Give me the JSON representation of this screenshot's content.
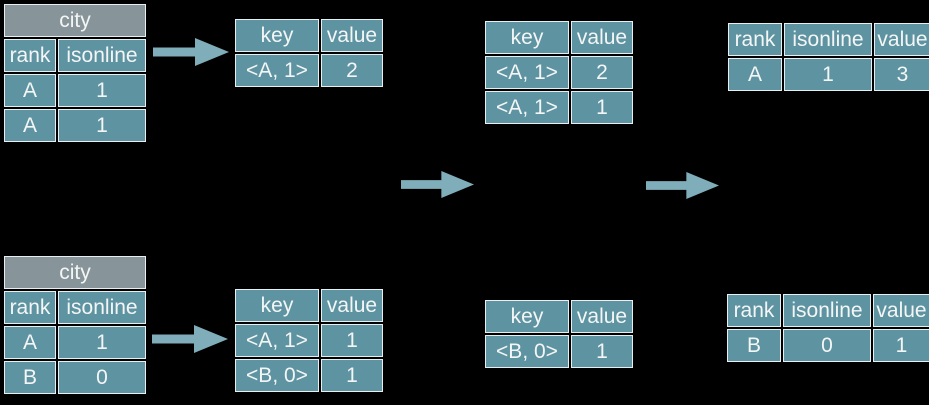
{
  "colors": {
    "bg": "#000000",
    "cell": "#5e93a1",
    "title-cell": "#87959b",
    "grid": "#e9eff0",
    "text": "#f4f6f6",
    "arrow": "#7fadb9"
  },
  "tables": {
    "input_top": {
      "title": "city",
      "columns": [
        "rank",
        "isonline"
      ],
      "rows": [
        [
          "A",
          "1"
        ],
        [
          "A",
          "1"
        ]
      ]
    },
    "map_top": {
      "columns": [
        "key",
        "value"
      ],
      "rows": [
        [
          "<A, 1>",
          "2"
        ]
      ]
    },
    "combine_top": {
      "columns": [
        "key",
        "value"
      ],
      "rows": [
        [
          "<A, 1>",
          "2"
        ],
        [
          "<A, 1>",
          "1"
        ]
      ]
    },
    "result_top": {
      "columns": [
        "rank",
        "isonline",
        "value"
      ],
      "rows": [
        [
          "A",
          "1",
          "3"
        ]
      ]
    },
    "input_bottom": {
      "title": "city",
      "columns": [
        "rank",
        "isonline"
      ],
      "rows": [
        [
          "A",
          "1"
        ],
        [
          "B",
          "0"
        ]
      ]
    },
    "map_bottom": {
      "columns": [
        "key",
        "value"
      ],
      "rows": [
        [
          "<A, 1>",
          "1"
        ],
        [
          "<B, 0>",
          "1"
        ]
      ]
    },
    "combine_bottom": {
      "columns": [
        "key",
        "value"
      ],
      "rows": [
        [
          "<B, 0>",
          "1"
        ]
      ]
    },
    "result_bottom": {
      "columns": [
        "rank",
        "isonline",
        "value"
      ],
      "rows": [
        [
          "B",
          "0",
          "1"
        ]
      ]
    }
  },
  "icons": {
    "arrows": [
      "right-arrow-icon",
      "right-arrow-icon",
      "right-arrow-icon",
      "right-arrow-icon"
    ]
  }
}
